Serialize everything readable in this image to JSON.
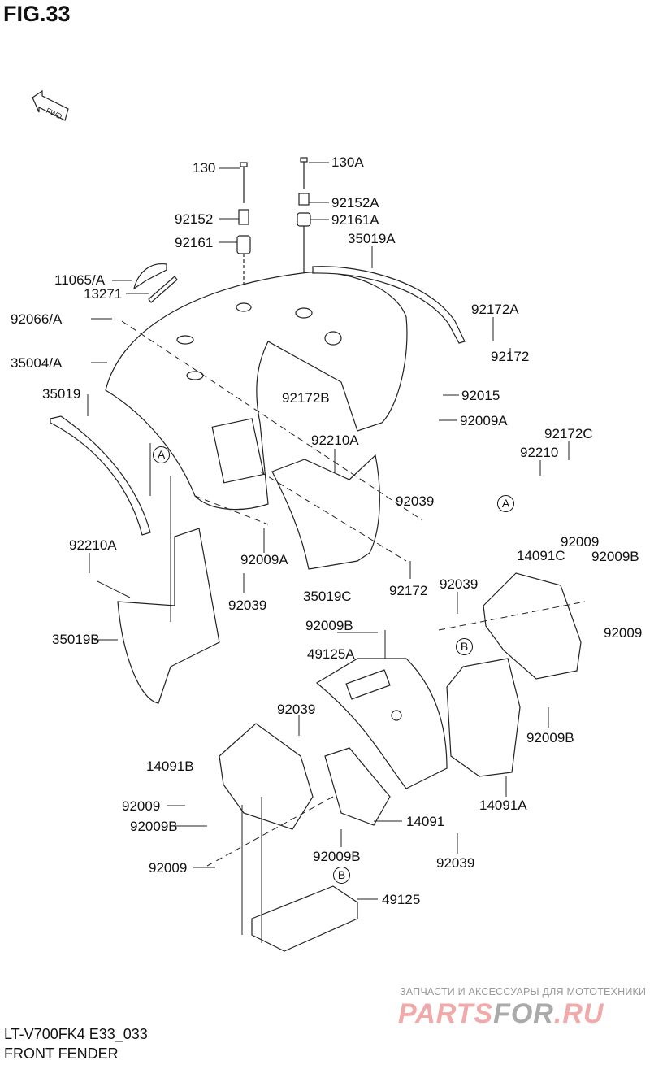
{
  "figure": {
    "title": "FIG.33",
    "code": "LT-V700FK4 E33_033",
    "name": "FRONT FENDER",
    "fwd_label": "FWD"
  },
  "watermark": {
    "tagline": "ЗАПЧАСТИ И АКСЕССУАРЫ ДЛЯ МОТОТЕХНИКИ",
    "logo_a": "PARTS",
    "logo_b": "FOR",
    "logo_c": ".RU"
  },
  "callouts": {
    "a1": "A",
    "a2": "A",
    "b1": "B",
    "b2": "B"
  },
  "parts": [
    "130",
    "130A",
    "92152A",
    "92161A",
    "92152",
    "92161",
    "35019A",
    "11065/A",
    "13271",
    "92066/A",
    "92172A",
    "35004/A",
    "92172",
    "92172B",
    "92015",
    "35019",
    "92009A",
    "92172C",
    "92210A",
    "92210",
    "92039",
    "92210A",
    "92009A",
    "92009",
    "14091C",
    "92009B",
    "92039",
    "35019C",
    "92172",
    "92039",
    "35019B",
    "92009",
    "92009B",
    "49125A",
    "92039",
    "92009B",
    "14091B",
    "14091A",
    "92009",
    "92009B",
    "14091",
    "92009B",
    "92039",
    "92009",
    "49125"
  ]
}
